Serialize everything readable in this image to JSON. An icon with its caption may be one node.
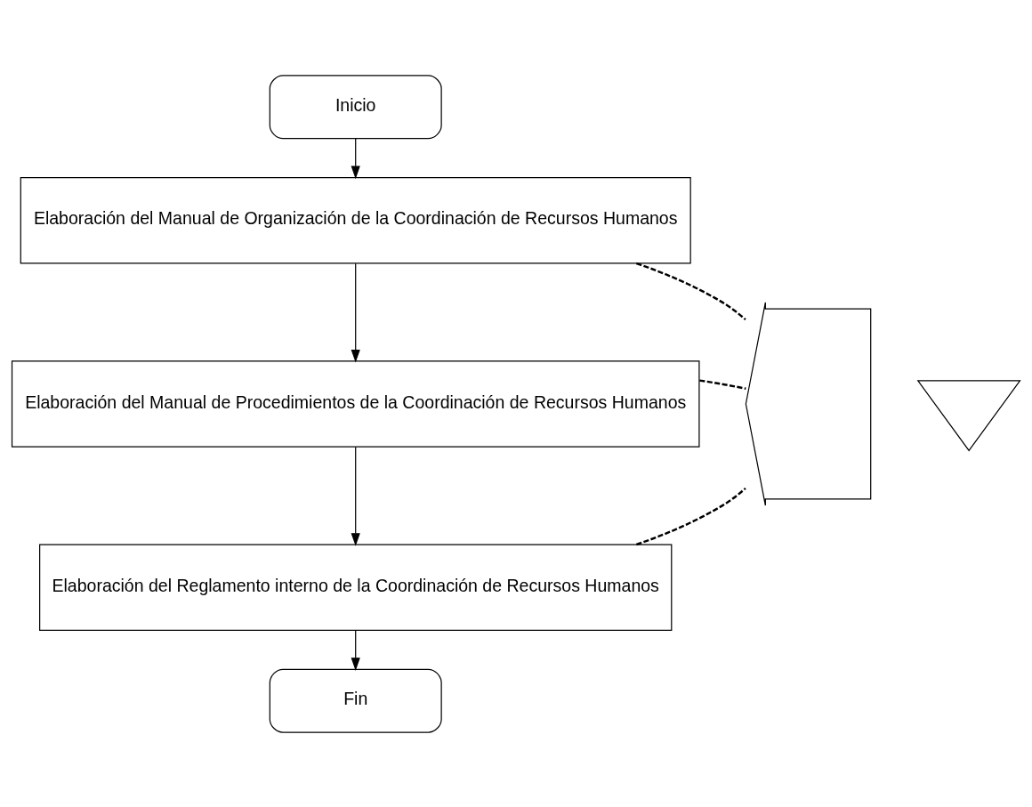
{
  "diagram": {
    "nodes": [
      {
        "text": [
          "Inicio"
        ]
      },
      {
        "text": [
          "Elaboración del Manual de Organización de la Coordinación de Recursos Humanos"
        ]
      },
      {
        "text": [
          "Elaboración del Manual de Procedimientos de la Coordinación de Recursos Humanos"
        ]
      },
      {
        "text": [
          "Elaboración del Reglamento interno de la Coordinación de Recursos Humanos"
        ]
      },
      {
        "text": [
          "Fin"
        ]
      },
      {
        "text": [],
        "shape": "arrow"
      },
      {
        "text": [],
        "shape": "triangle"
      }
    ],
    "edges": [
      {
        "from": 0,
        "to": 1,
        "arrow": "to"
      },
      {
        "from": 1,
        "to": 2,
        "arrow": "to"
      },
      {
        "from": 2,
        "to": 3,
        "arrow": "to"
      },
      {
        "from": 3,
        "to": 4,
        "arrow": "to"
      },
      {
        "from": 1,
        "to": 5,
        "arrow": "none",
        "style": "dashed"
      },
      {
        "from": 2,
        "to": 5,
        "arrow": "none",
        "style": "dashed"
      },
      {
        "from": 3,
        "to": 5,
        "arrow": "none",
        "style": "dashed"
      }
    ]
  }
}
